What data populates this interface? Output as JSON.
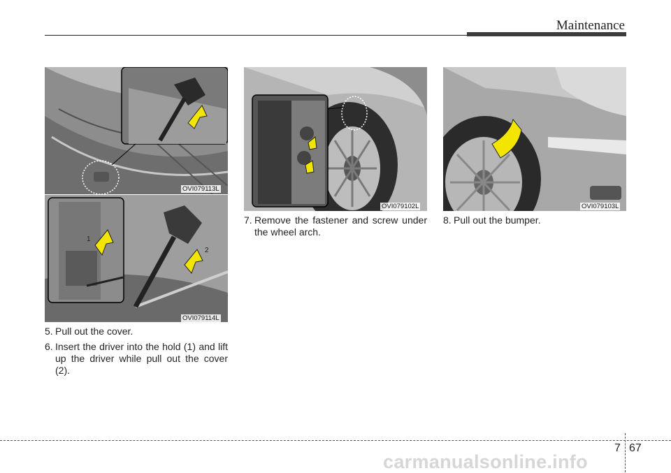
{
  "header": {
    "section_title": "Maintenance"
  },
  "figures": {
    "fig1": {
      "code": "OVI079113L"
    },
    "fig2": {
      "code": "OVI079114L",
      "callout_1": "1",
      "callout_2": "2"
    },
    "fig3": {
      "code": "OVI079102L"
    },
    "fig4": {
      "code": "OVI079103L"
    }
  },
  "steps": [
    {
      "num": "5.",
      "text": "Pull out the cover."
    },
    {
      "num": "6.",
      "text": "Insert the driver into the hold (1) and lift up the driver while pull out the cover (2)."
    },
    {
      "num": "7.",
      "text": "Remove the fastener and screw under the wheel arch."
    },
    {
      "num": "8.",
      "text": "Pull out the bumper."
    }
  ],
  "footer": {
    "section": "7",
    "page": "67",
    "watermark": "carmanualsonline.info"
  },
  "colors": {
    "arrow_yellow": "#f2e600",
    "photo_gray": "#9a9a9a",
    "rule": "#231f20"
  }
}
